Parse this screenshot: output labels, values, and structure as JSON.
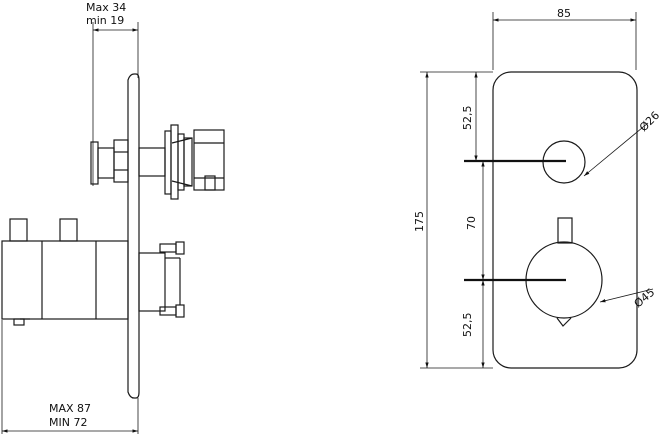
{
  "side_view": {
    "top_dim_max": "Max 34",
    "top_dim_min": "min 19",
    "bottom_dim_max": "MAX 87",
    "bottom_dim_min": "MIN 72"
  },
  "front_view": {
    "width": "85",
    "height": "175",
    "top_spacing": "52,5",
    "middle_spacing": "70",
    "bottom_spacing": "52,5",
    "small_diameter": "Ø26",
    "large_diameter": "Ø45"
  }
}
